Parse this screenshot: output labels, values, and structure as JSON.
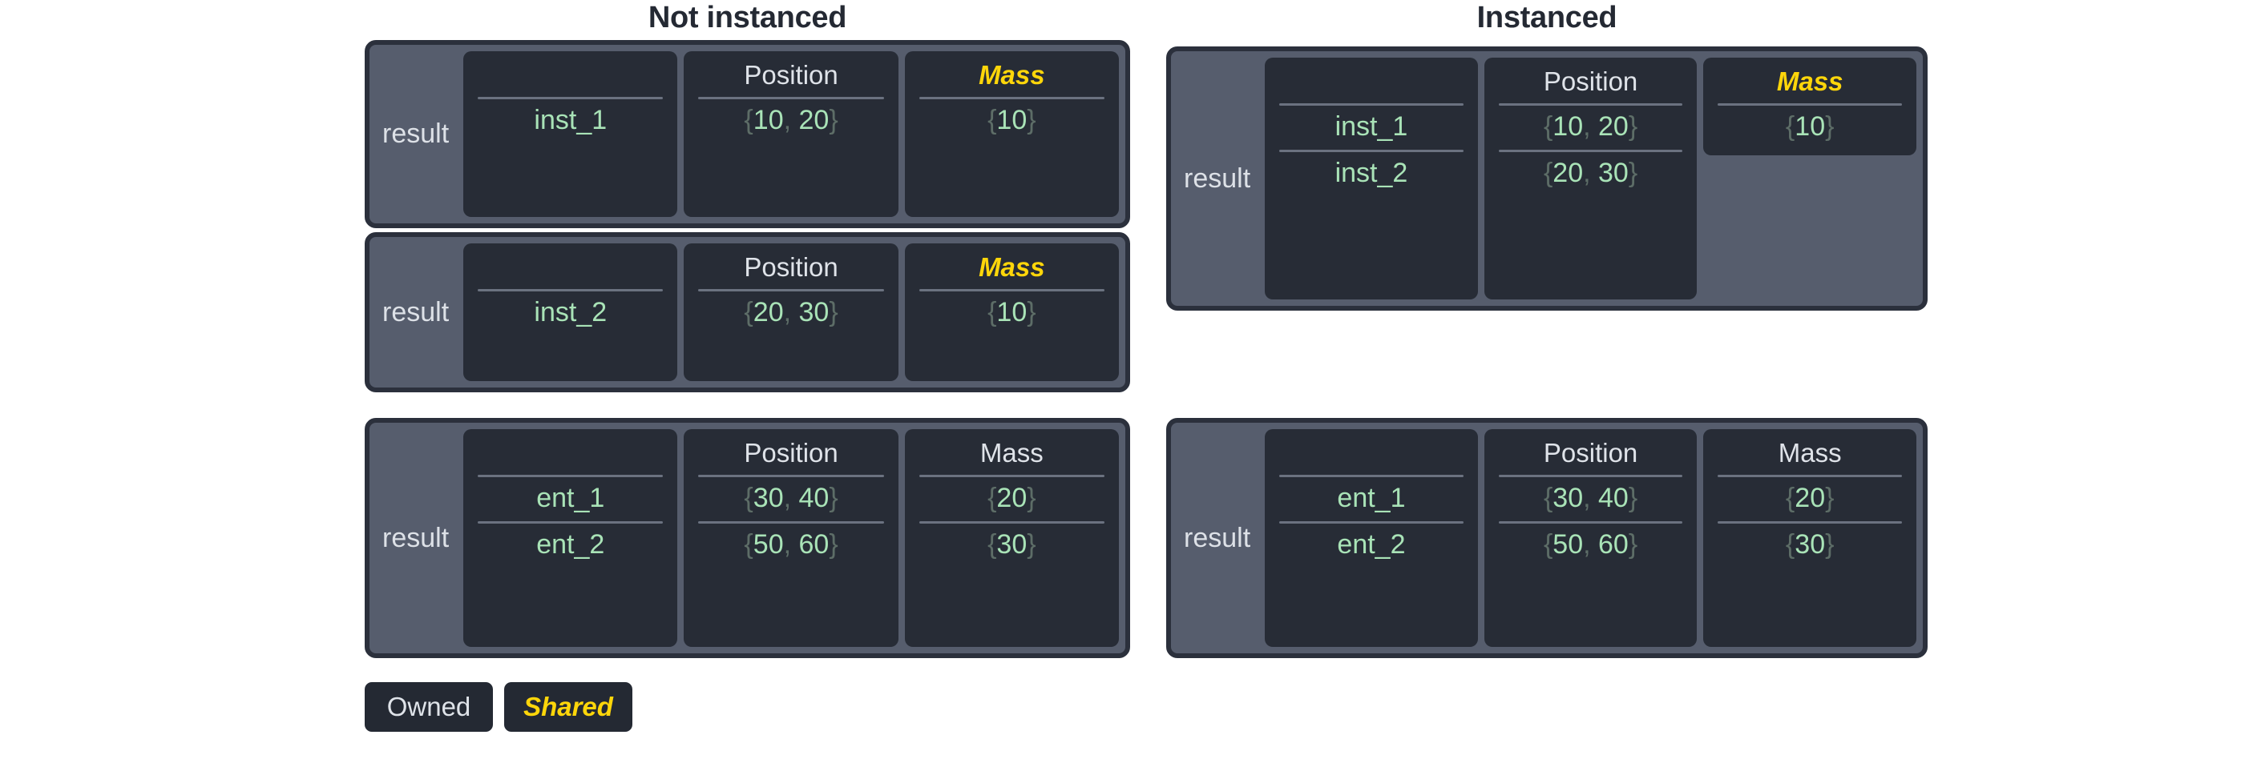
{
  "panels": {
    "left": {
      "title": "Not instanced",
      "tables": [
        {
          "label": "result",
          "columns": [
            {
              "header": "",
              "shared": false,
              "values": [
                "inst_1"
              ]
            },
            {
              "header": "Position",
              "shared": false,
              "values": [
                "{10, 20}"
              ]
            },
            {
              "header": "Mass",
              "shared": true,
              "values": [
                "{10}"
              ]
            }
          ]
        },
        {
          "label": "result",
          "columns": [
            {
              "header": "",
              "shared": false,
              "values": [
                "inst_2"
              ]
            },
            {
              "header": "Position",
              "shared": false,
              "values": [
                "{20, 30}"
              ]
            },
            {
              "header": "Mass",
              "shared": true,
              "values": [
                "{10}"
              ]
            }
          ]
        },
        {
          "label": "result",
          "columns": [
            {
              "header": "",
              "shared": false,
              "values": [
                "ent_1",
                "ent_2"
              ]
            },
            {
              "header": "Position",
              "shared": false,
              "values": [
                "{30, 40}",
                "{50, 60}"
              ]
            },
            {
              "header": "Mass",
              "shared": false,
              "values": [
                "{20}",
                "{30}"
              ]
            }
          ]
        }
      ]
    },
    "right": {
      "title": "Instanced",
      "tables": [
        {
          "label": "result",
          "columns": [
            {
              "header": "",
              "shared": false,
              "values": [
                "inst_1",
                "inst_2"
              ]
            },
            {
              "header": "Position",
              "shared": false,
              "values": [
                "{10, 20}",
                "{20, 30}"
              ]
            },
            {
              "header": "Mass",
              "shared": true,
              "values": [
                "{10}"
              ]
            }
          ]
        },
        {
          "label": "result",
          "columns": [
            {
              "header": "",
              "shared": false,
              "values": [
                "ent_1",
                "ent_2"
              ]
            },
            {
              "header": "Position",
              "shared": false,
              "values": [
                "{30, 40}",
                "{50, 60}"
              ]
            },
            {
              "header": "Mass",
              "shared": false,
              "values": [
                "{20}",
                "{30}"
              ]
            }
          ]
        }
      ]
    }
  },
  "legend": {
    "owned_label": "Owned",
    "shared_label": "Shared"
  },
  "colors": {
    "page_background": "#ffffff",
    "title_text": "#242933",
    "card_fill": "#565d6d",
    "card_border": "#2b303c",
    "column_fill": "#272c36",
    "header_text": "#dfe3e9",
    "shared_accent": "#ffd60a",
    "value_text": "#a9e3b7",
    "brace_text": "#5d6d67",
    "divider": "#6b7280",
    "chip_fill": "#242933"
  }
}
